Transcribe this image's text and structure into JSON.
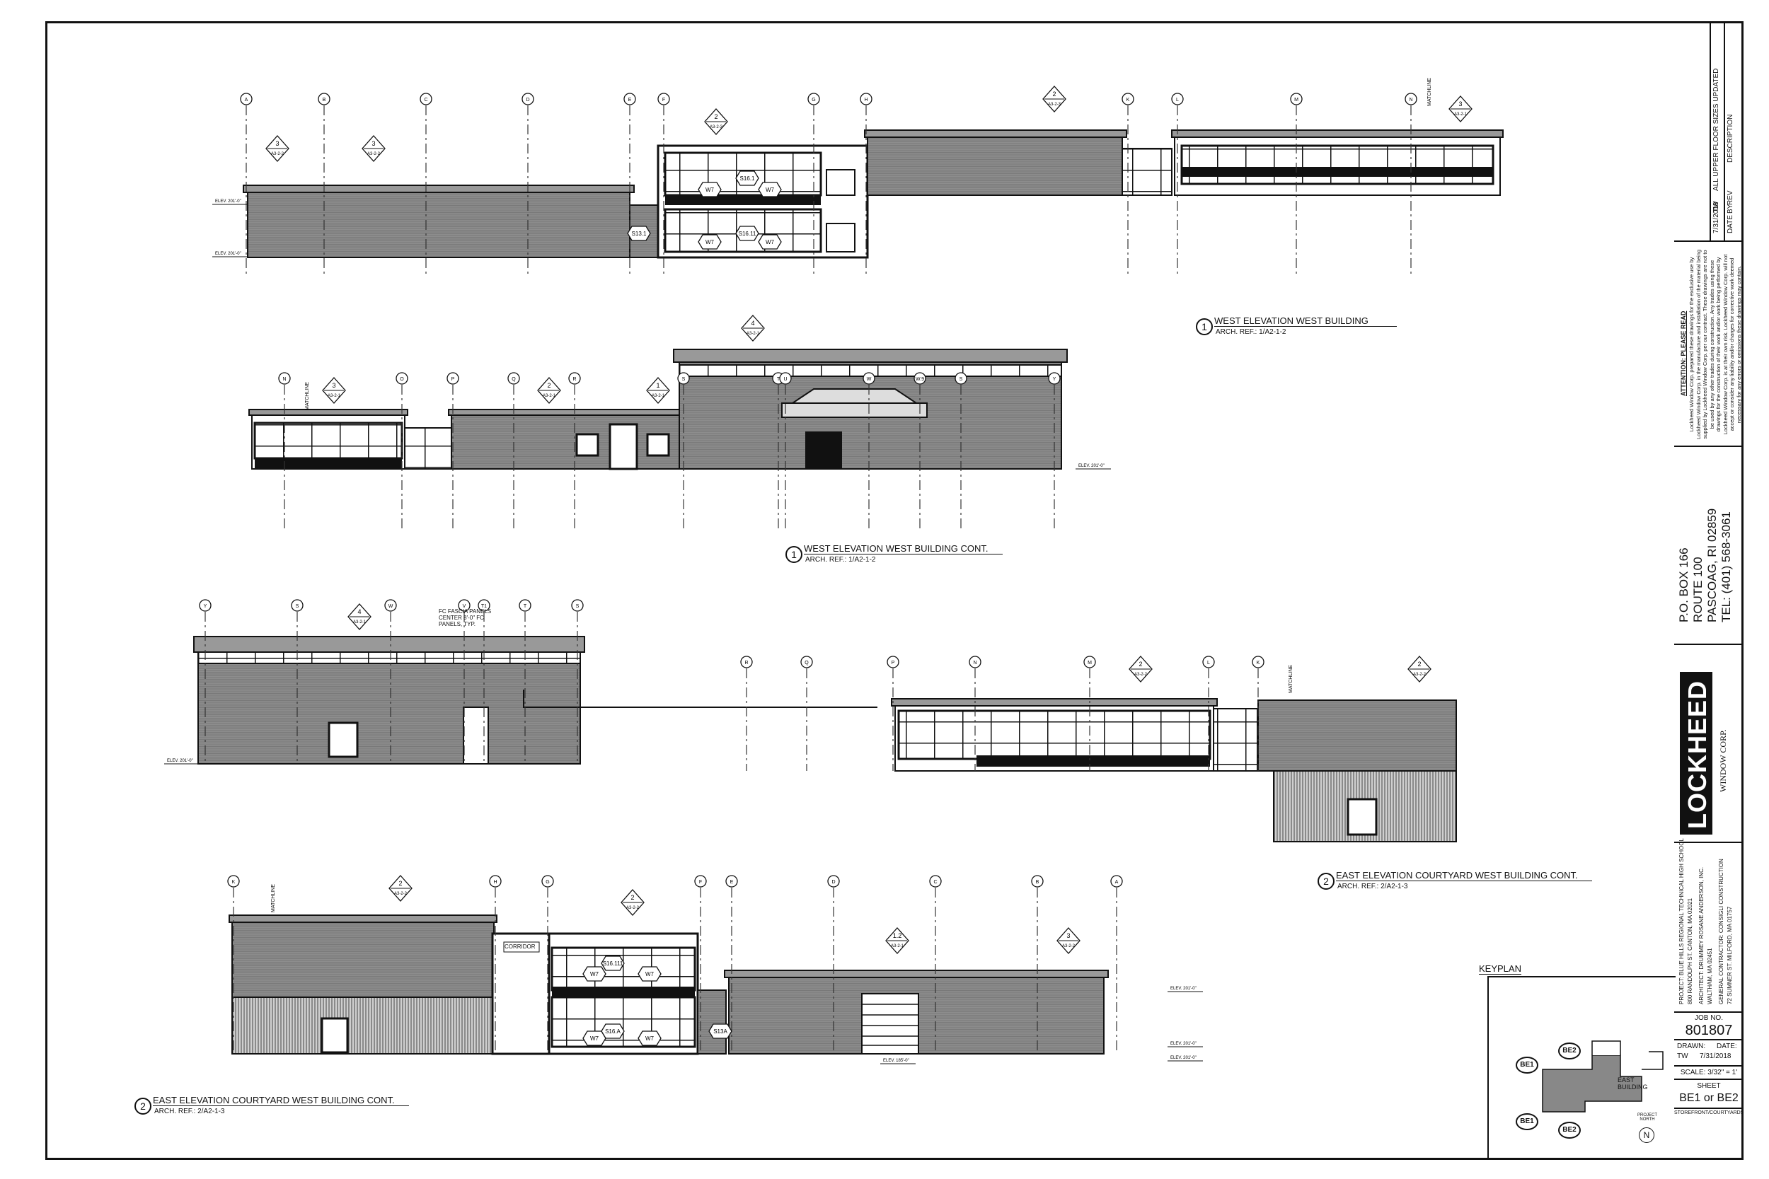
{
  "elevations": {
    "west_building": {
      "number": "1",
      "title": "WEST ELEVATION WEST BUILDING",
      "ref": "ARCH. REF.: 1/A2-1-2"
    },
    "west_building_cont": {
      "number": "1",
      "title": "WEST ELEVATION WEST BUILDING CONT.",
      "ref": "ARCH. REF.: 1/A2-1-2"
    },
    "east_courtyard_right": {
      "number": "2",
      "title": "EAST ELEVATION COURTYARD WEST BUILDING CONT.",
      "ref": "ARCH. REF.: 2/A2-1-3"
    },
    "east_courtyard_bottom": {
      "number": "2",
      "title": "EAST ELEVATION COURTYARD WEST BUILDING CONT.",
      "ref": "ARCH. REF.: 2/A2-1-3"
    }
  },
  "grid_lines": {
    "row1": [
      "A",
      "B",
      "C",
      "D",
      "E",
      "F",
      "G",
      "H",
      "K",
      "L",
      "M",
      "N"
    ],
    "row2": [
      "N",
      "O",
      "P",
      "Q",
      "R",
      "S",
      "T",
      "U",
      "W",
      "W.9",
      "S",
      "Y"
    ],
    "row3": [
      "Y",
      "S",
      "W",
      "V",
      "T1",
      "T",
      "S"
    ],
    "row3b": [
      "R",
      "Q",
      "P",
      "N",
      "M",
      "L",
      "K"
    ],
    "row4": [
      "K",
      "H",
      "G",
      "F",
      "E",
      "D",
      "C",
      "B",
      "A"
    ]
  },
  "callouts": {
    "sheet_a321": "A3-2-1",
    "sheet_a322": "A3-2-2",
    "sheet_a323": "A3-2-3",
    "num1": "1",
    "num2": "2",
    "num3": "3",
    "num4": "4",
    "num12": "1.2"
  },
  "window_tags": [
    "W7",
    "S16.1",
    "S13.1",
    "S16.11",
    "S16.111",
    "S16.A",
    "S13A"
  ],
  "notes": {
    "matchline": "MATCHLINE",
    "fc_fascia": "FC FASCIA PANELS CENTER 8'-0\" FC PANELS, TYP.",
    "elev_top": "ELEV. 201'-0\"",
    "elev_mid": "ELEV. 185'-0\"",
    "corridor": "CORRIDOR"
  },
  "keyplan": {
    "title": "KEYPLAN",
    "label_east": "EAST BUILDING",
    "be1": "BE1",
    "be2": "BE2",
    "north": "PROJECT NORTH"
  },
  "title_block": {
    "revision_row": {
      "rev": "",
      "by": "TW",
      "date": "7/31/2018",
      "description": "ALL UPPER FLOOR SIZES UPDATED"
    },
    "revision_header": {
      "rev": "REV",
      "by": "BY",
      "date": "DATE",
      "description": "DESCRIPTION"
    },
    "attention_title": "ATTENTION: PLEASE READ",
    "attention_text": "Lockheed Window Corp. prepared these drawings for the exclusive use by Lockheed Window Corp. in the manufacture and installation of the material being supplied by Lockheed Window Corp. per our contract. These drawings are not to be used by any other trades during construction. Any trades using these drawings for the construction of their work and/or work being performed by Lockheed Window Corp. is at their own risk. Lockheed Window Corp. will not accept or consider any liability and/or charges for corrective work deemed necessary for any errors or omissions these drawings may contain.",
    "address": [
      "P.O. BOX 166",
      "ROUTE 100",
      "PASCOAG, RI 02859",
      "TEL: (401) 568-3061"
    ],
    "logo": "LOCKHEED",
    "logo_sub": "WINDOW CORP.",
    "project": "PROJECT: BLUE HILLS REGIONAL TECHNICAL HIGH SCHOOL",
    "project_addr": "800 RANDOLPH ST. CANTON, MA 02021",
    "architect": "ARCHITECT: DRUMMEY ROSANE ANDERSON, INC.",
    "architect_addr": "WALTHAM, MA 02451",
    "gc": "GENERAL CONTRACTOR: CONSIGLI CONSTRUCTION",
    "gc_addr": "72 SUMNER ST. MILFORD, MA 01757",
    "job_label": "JOB NO.",
    "job_no": "801807",
    "drawn_label": "DRAWN:",
    "date_label": "DATE:",
    "drawn": "TW",
    "date": "7/31/2018",
    "scale": "SCALE: 3/32\" = 1'",
    "sheet_label": "SHEET",
    "sheet": "BE1 or BE2",
    "sheet_name": "STOREFRONT/COURTYARDS"
  }
}
